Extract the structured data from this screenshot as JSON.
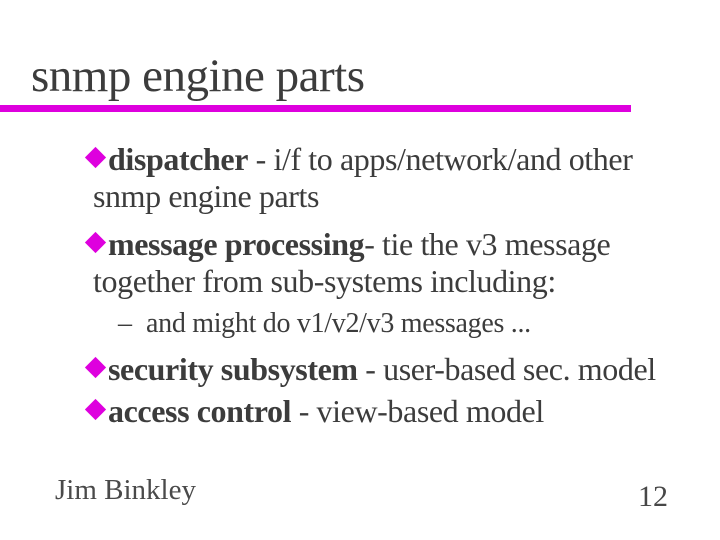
{
  "slide": {
    "title": "snmp engine parts",
    "bullets": [
      {
        "bold": "dispatcher",
        "rest": " - i/f to apps/network/and other",
        "line2": "snmp engine parts"
      },
      {
        "bold": "message processing",
        "rest": "- tie the v3 message",
        "line2": "together from sub-systems including:"
      },
      {
        "bold": "security subsystem",
        "rest": " - user-based sec. model"
      },
      {
        "bold": "access control",
        "rest": " - view-based model"
      }
    ],
    "sub_bullet": {
      "dash": "–",
      "text": "and might do v1/v2/v3 messages ..."
    },
    "footer": "Jim Binkley",
    "page_number": "12",
    "colors": {
      "accent": "#de00de",
      "text": "#3c3c3c",
      "background": "#ffffff"
    }
  }
}
